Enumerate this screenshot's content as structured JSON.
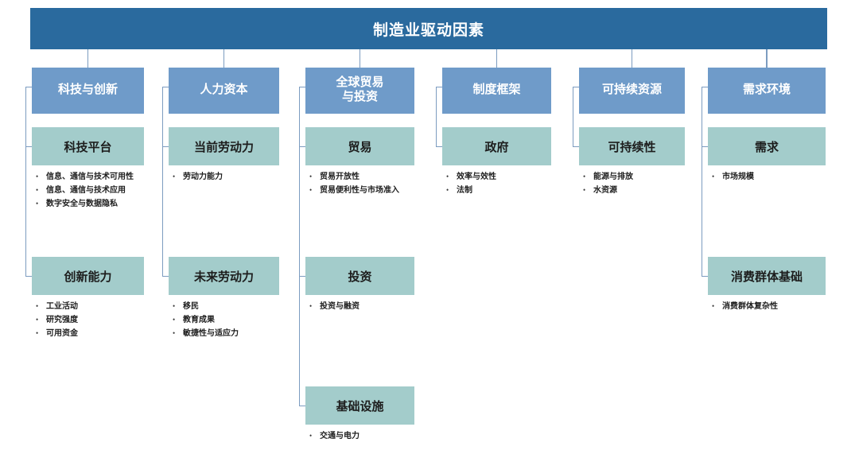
{
  "title": "制造业驱动因素",
  "colors": {
    "title_bar": "#2a6a9e",
    "level1_box": "#6f9bc9",
    "level2_box": "#a3cccb",
    "connector": "#7c9cc0",
    "background": "#ffffff"
  },
  "columns": [
    {
      "header": "科技与创新",
      "groups": [
        {
          "label": "科技平台",
          "bullets": [
            "信息、通信与技术可用性",
            "信息、通信与技术应用",
            "数字安全与数据隐私"
          ]
        },
        {
          "label": "创新能力",
          "bullets": [
            "工业活动",
            "研究强度",
            "可用资金"
          ]
        }
      ]
    },
    {
      "header": "人力资本",
      "groups": [
        {
          "label": "当前劳动力",
          "bullets": [
            "劳动力能力"
          ]
        },
        {
          "label": "未来劳动力",
          "bullets": [
            "移民",
            "教育成果",
            "敏捷性与适应力"
          ]
        }
      ]
    },
    {
      "header": "全球贸易\n与投资",
      "header_line1": "全球贸易",
      "header_line2": "与投资",
      "groups": [
        {
          "label": "贸易",
          "bullets": [
            "贸易开放性",
            "贸易便利性与市场准入"
          ]
        },
        {
          "label": "投资",
          "bullets": [
            "投资与融资"
          ]
        },
        {
          "label": "基础设施",
          "bullets": [
            "交通与电力"
          ]
        }
      ]
    },
    {
      "header": "制度框架",
      "groups": [
        {
          "label": "政府",
          "bullets": [
            "效率与效性",
            "法制"
          ]
        }
      ]
    },
    {
      "header": "可持续资源",
      "groups": [
        {
          "label": "可持续性",
          "bullets": [
            "能源与排放",
            "水资源"
          ]
        }
      ]
    },
    {
      "header": "需求环境",
      "groups": [
        {
          "label": "需求",
          "bullets": [
            "市场规模"
          ]
        },
        {
          "label": "消费群体基础",
          "bullets": [
            "消费群体复杂性"
          ]
        }
      ]
    }
  ]
}
